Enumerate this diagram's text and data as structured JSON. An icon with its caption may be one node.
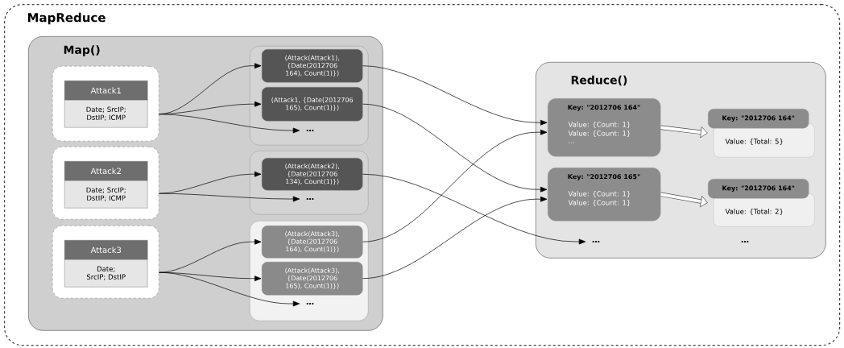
{
  "diagram": {
    "nodes": [
      {
        "text": [
          "MapReduce"
        ]
      },
      {
        "text": [
          "Map()"
        ],
        "in": 0
      },
      {
        "text": [
          "Attack1",
          "Date; SrcIP; DstIP; ICMP"
        ],
        "in": 1
      },
      {
        "text": [
          "Attack2",
          "Date; SrcIP; DstIP; ICMP"
        ],
        "in": 1
      },
      {
        "text": [
          "Attack3",
          "Date; SrcIP; DstIP"
        ],
        "in": 1
      },
      {
        "text": [],
        "shape": "box",
        "in": 1
      },
      {
        "text": [
          "(Attack(Attack1), {Date(2012706 164), Count(1)})"
        ],
        "in": 5
      },
      {
        "text": [
          "(Attack1, {Date(2012706 165), Count(1)})"
        ],
        "in": 5
      },
      {
        "text": [
          "…"
        ],
        "in": 5
      },
      {
        "text": [],
        "shape": "box",
        "in": 1
      },
      {
        "text": [
          "(Attack(Attack2), {Date(2012706 134), Count(1)})"
        ],
        "in": 9
      },
      {
        "text": [
          "…"
        ],
        "in": 9
      },
      {
        "text": [],
        "shape": "box",
        "in": 1
      },
      {
        "text": [
          "(Attack(Attack3), {Date(2012706 164), Count(1)})"
        ],
        "in": 12
      },
      {
        "text": [
          "(Attack(Attack3), {Date(2012706 165), Count(1)})"
        ],
        "in": 12
      },
      {
        "text": [
          "…"
        ],
        "in": 12
      },
      {
        "text": [
          "Reduce()"
        ],
        "in": 0
      },
      {
        "text": [
          "Key: \"2012706  164\"",
          "Value: {Count: 1}",
          "Value: {Count: 1}",
          "…"
        ],
        "in": 16
      },
      {
        "text": [
          "Key: \"2012706  165\"",
          "Value: {Count: 1}",
          "Value: {Count: 1}"
        ],
        "in": 16
      },
      {
        "text": [
          "…"
        ],
        "in": 16
      },
      {
        "text": [
          "Key: \"2012706  164\"",
          "Value: {Total: 5}"
        ],
        "in": 16
      },
      {
        "text": [
          "Key: \"2012706  164\"",
          "Value: {Total: 2}"
        ],
        "in": 16
      }
    ],
    "edges": [
      {
        "from": 2,
        "to": 6,
        "arrow": "to"
      },
      {
        "from": 2,
        "to": 7,
        "arrow": "to"
      },
      {
        "from": 2,
        "to": 8,
        "arrow": "to"
      },
      {
        "from": 3,
        "to": 10,
        "arrow": "to"
      },
      {
        "from": 3,
        "to": 11,
        "arrow": "to"
      },
      {
        "from": 4,
        "to": 13,
        "arrow": "to"
      },
      {
        "from": 4,
        "to": 14,
        "arrow": "to"
      },
      {
        "from": 4,
        "to": 15,
        "arrow": "to"
      },
      {
        "from": 6,
        "to": 17,
        "arrow": "to"
      },
      {
        "from": 7,
        "to": 18,
        "arrow": "to"
      },
      {
        "from": 10,
        "to": 19,
        "arrow": "to"
      },
      {
        "from": 13,
        "to": 17,
        "arrow": "to"
      },
      {
        "from": 14,
        "to": 18,
        "arrow": "to"
      },
      {
        "from": 17,
        "to": 20,
        "arrow": "to",
        "style": "thick"
      },
      {
        "from": 18,
        "to": 21,
        "arrow": "to",
        "style": "thick"
      }
    ],
    "labels": [
      "…"
    ]
  }
}
